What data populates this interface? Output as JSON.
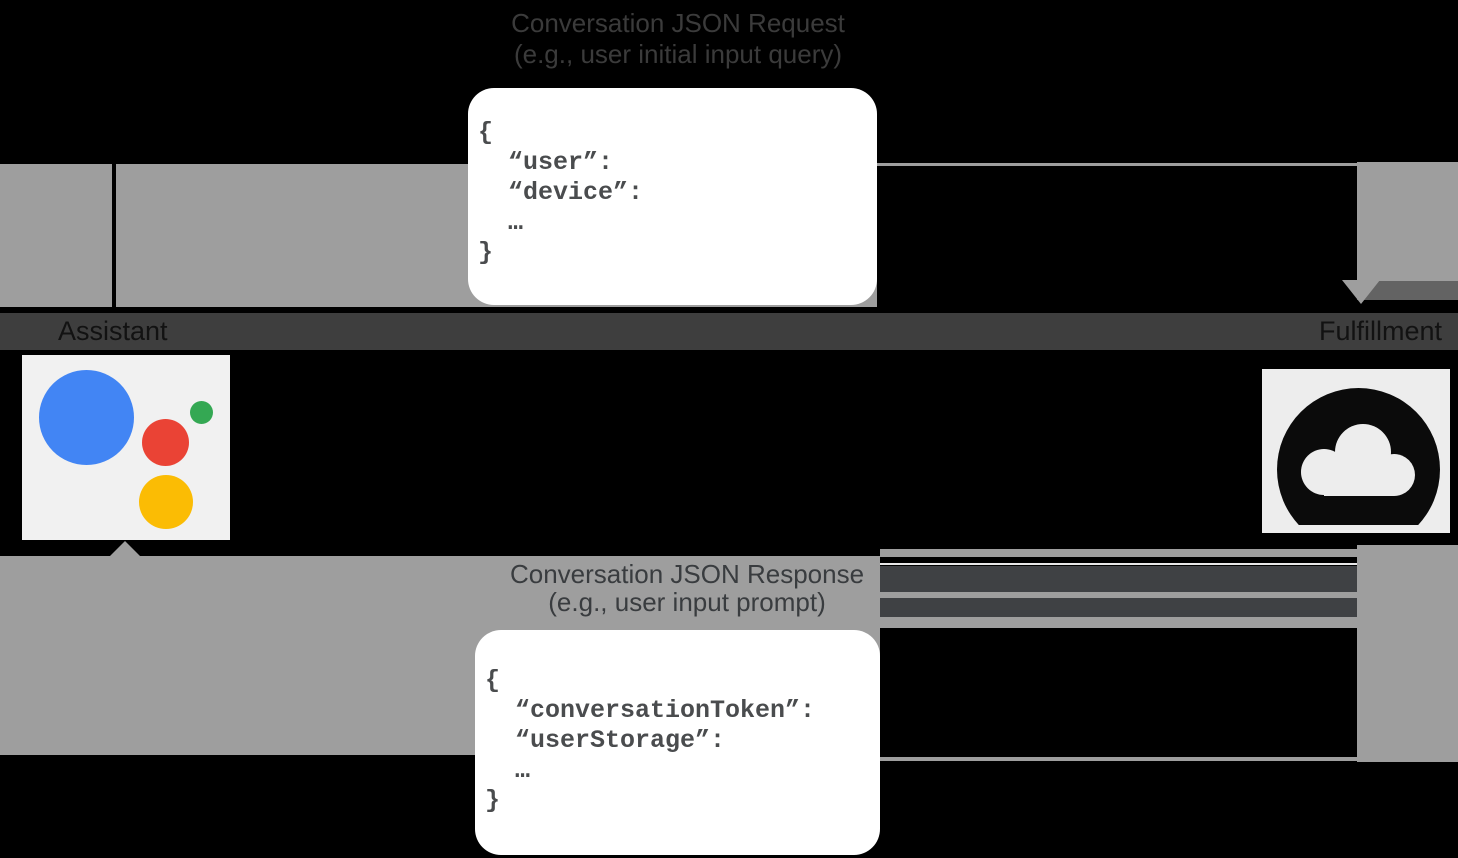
{
  "request": {
    "label_line1": "Conversation JSON Request",
    "label_line2": "(e.g., user initial input query)",
    "code_lines": [
      "{",
      "  “user”:",
      "  “device”:",
      "  …",
      "}"
    ]
  },
  "response": {
    "label_line1": "Conversation JSON Response",
    "label_line2": "(e.g., user input prompt)",
    "code_lines": [
      "{",
      "  “conversationToken”:",
      "  “userStorage”:",
      "  …",
      "}"
    ]
  },
  "nodes": {
    "assistant": {
      "label": "Assistant",
      "icon": "google-assistant-logo"
    },
    "fulfillment": {
      "label": "Fulfillment",
      "icon": "cloud-icon"
    }
  },
  "colors": {
    "background": "#000000",
    "pipe_gray": "#9e9e9e",
    "divider_stripe": "#3e3e3e",
    "flow_label_text": "#3b3b3b",
    "node_label_text": "#121212",
    "code_card_bg": "#ffffff",
    "code_text": "#4a4c4e",
    "assistant_card_bg": "#f1f1f1",
    "fulfillment_card_bg": "#ededed",
    "google_blue": "#4285F4",
    "google_red": "#EA4335",
    "google_green": "#34A853",
    "google_yellow": "#FBBC04",
    "cloud_icon_black": "#0b0b0b"
  }
}
